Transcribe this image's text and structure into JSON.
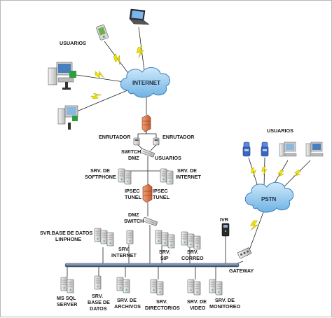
{
  "diagram": {
    "clouds": {
      "internet": "INTERNET",
      "pstn": "PSTN"
    },
    "labels": {
      "usuarios_left": "USUARIOS",
      "usuarios_right": "USUARIOS",
      "enrutador_left": "ENRUTADOR",
      "enrutador_right": "ENRUTADOR",
      "switch_dmz_1": "SWITCH",
      "switch_dmz_2": "DMZ",
      "usuarios_mid": "USUARIOS",
      "srv_softphone_1": "SRV. DE",
      "srv_softphone_2": "SOFTPHONE",
      "srv_internet_top_1": "SRV. DE",
      "srv_internet_top_2": "INTERNET",
      "ipsec_left_1": "IPSEC",
      "ipsec_left_2": "TUNEL",
      "ipsec_right_1": "IPSEC",
      "ipsec_right_2": "TUNEL",
      "dmz_switch_1": "DMZ",
      "dmz_switch_2": "SWITCH",
      "ivr": "IVR",
      "svr_bd_linphone_1": "SVR.BASE DE DATOS",
      "svr_bd_linphone_2": "LINPHONE",
      "srv_internet_1": "SRV.",
      "srv_internet_2": "INTERNET",
      "srv_sip_1": "SRV.",
      "srv_sip_2": "SIP",
      "srv_correo_1": "SRV.",
      "srv_correo_2": "CORREO",
      "gateway": "GATEWAY",
      "ms_sql_1": "MS SQL",
      "ms_sql_2": "SERVER",
      "srv_bd_1": "SRV.",
      "srv_bd_2": "BASE DE",
      "srv_bd_3": "DATOS",
      "srv_archivos_1": "SRV. DE",
      "srv_archivos_2": "ARCHIVOS",
      "srv_directorios_1": "SRV.",
      "srv_directorios_2": "DIRECTORIOS",
      "srv_video_1": "SRV. DE",
      "srv_video_2": "VIDEO",
      "srv_monitoreo_1": "SRV. DE",
      "srv_monitoreo_2": "MONITOREO"
    },
    "icons": [
      "laptop-icon",
      "pda-icon",
      "workstation-icon",
      "desktop-icon",
      "firewall-icon",
      "router-icon",
      "switch-icon",
      "server-icon",
      "ip-phone-icon",
      "gateway-icon",
      "ivr-device-icon",
      "lightning-icon"
    ],
    "colors": {
      "cloud_fill": "#8fc8ee",
      "cloud_stroke": "#3d7fb8",
      "lightning": "#f2e600",
      "lightning_stroke": "#9a9000",
      "firewall": "#e07a4a",
      "bus": "#5a6e8a",
      "line": "#222222"
    }
  }
}
